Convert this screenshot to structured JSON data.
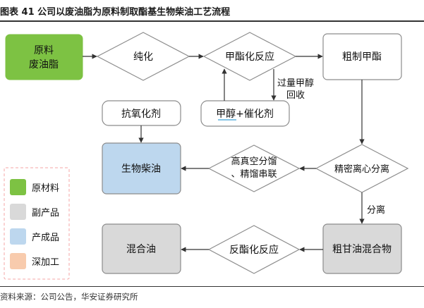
{
  "figure": {
    "title": "图表 41  公司以废油脂为原料制取酯基生物柴油工艺流程",
    "source": "资料来源：公司公告，华安证券研究所"
  },
  "nodes": {
    "raw_label_1": "原料",
    "raw_label_2": "废油脂",
    "purify": "纯化",
    "esterify": "甲酯化反应",
    "crude_ester": "粗制甲酯",
    "methanol_catalyst": "甲醇+催化剂",
    "antioxidant": "抗氧化剂",
    "biodiesel": "生物柴油",
    "vacuum_1": "高真空分馏",
    "vacuum_2": "、精馏串联",
    "centrifuge": "精密离心分离",
    "mixed_oil": "混合油",
    "trans_ester": "反酯化反应",
    "glycerin_mix": "粗甘油混合物"
  },
  "edge_labels": {
    "recover_1": "过量甲醇",
    "recover_2": "回收",
    "separate": "分离"
  },
  "legend": {
    "items": [
      {
        "label": "原材料",
        "color": "#7dc243"
      },
      {
        "label": "副产品",
        "color": "#d9d9d9"
      },
      {
        "label": "产成品",
        "color": "#bdd7ee"
      },
      {
        "label": "深加工",
        "color": "#f8cbad"
      }
    ]
  },
  "colors": {
    "raw": "#7dc243",
    "product": "#bdd7ee",
    "byproduct": "#d9d9d9",
    "deep": "#f8cbad",
    "stroke": "#8c8c8c",
    "arrow": "#333333",
    "legend_border": "#f4a6a6"
  }
}
